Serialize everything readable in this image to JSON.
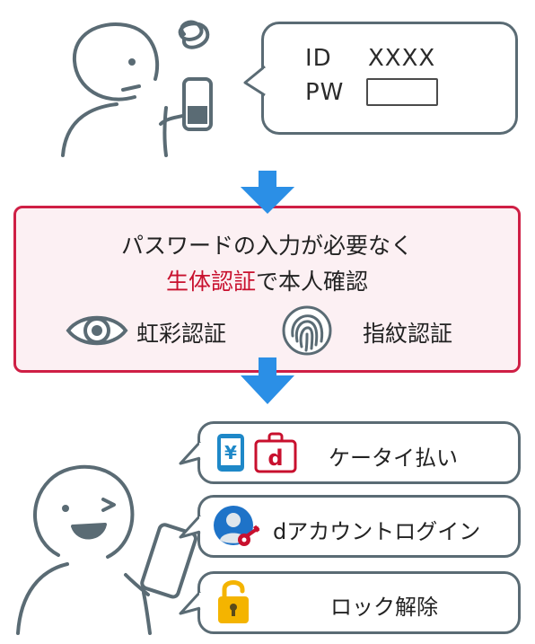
{
  "login_bubble": {
    "id_label": "ID",
    "id_value": "XXXX",
    "pw_label": "PW"
  },
  "auth": {
    "line1": "パスワードの入力が必要なく",
    "line2_highlight": "生体認証",
    "line2_rest": "で本人確認",
    "methods": [
      {
        "label": "虹彩認証",
        "icon": "eye-icon"
      },
      {
        "label": "指紋認証",
        "icon": "fingerprint-icon"
      }
    ]
  },
  "options": [
    {
      "label": "ケータイ払い",
      "icon": "yen-phone-and-d-wallet-icon"
    },
    {
      "label": "dアカウントログイン",
      "icon": "user-key-icon"
    },
    {
      "label": "ロック解除",
      "icon": "padlock-open-icon"
    }
  ],
  "colors": {
    "arrow": "#2b8fe6",
    "accent_red": "#cf1f45",
    "box_bg": "#fcf0f3",
    "outline": "#5a6b74",
    "padlock": "#f4b400"
  }
}
